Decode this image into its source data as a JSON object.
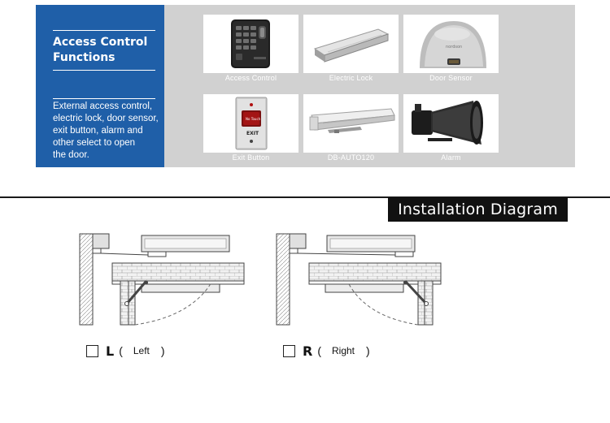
{
  "banner": {
    "title": "Access Control\nFunctions",
    "description": "External access control,\nelectric lock, door sensor,\nexit button, alarm and\nother select to open\nthe door.",
    "items": [
      {
        "caption": "Access Control",
        "icon": "keypad-icon"
      },
      {
        "caption": "Electric Lock",
        "icon": "magnetic-lock-icon"
      },
      {
        "caption": "Door Sensor",
        "icon": "door-sensor-icon"
      },
      {
        "caption": "Exit Button",
        "icon": "exit-button-icon"
      },
      {
        "caption": "DB-AUTO120",
        "icon": "door-operator-icon"
      },
      {
        "caption": "Alarm",
        "icon": "alarm-horn-icon"
      }
    ],
    "brand": "nordson",
    "exit_label": "EXIT",
    "no_touch_label": "No Touch",
    "colors": {
      "panel": "#1f5fa8",
      "background": "#d1d1d1"
    }
  },
  "installation": {
    "title": "Installation Diagram",
    "left": {
      "letter": "L",
      "open_paren": "(",
      "word": "Left",
      "close_paren": ")"
    },
    "right": {
      "letter": "R",
      "open_paren": "(",
      "word": "Right",
      "close_paren": ")"
    }
  }
}
